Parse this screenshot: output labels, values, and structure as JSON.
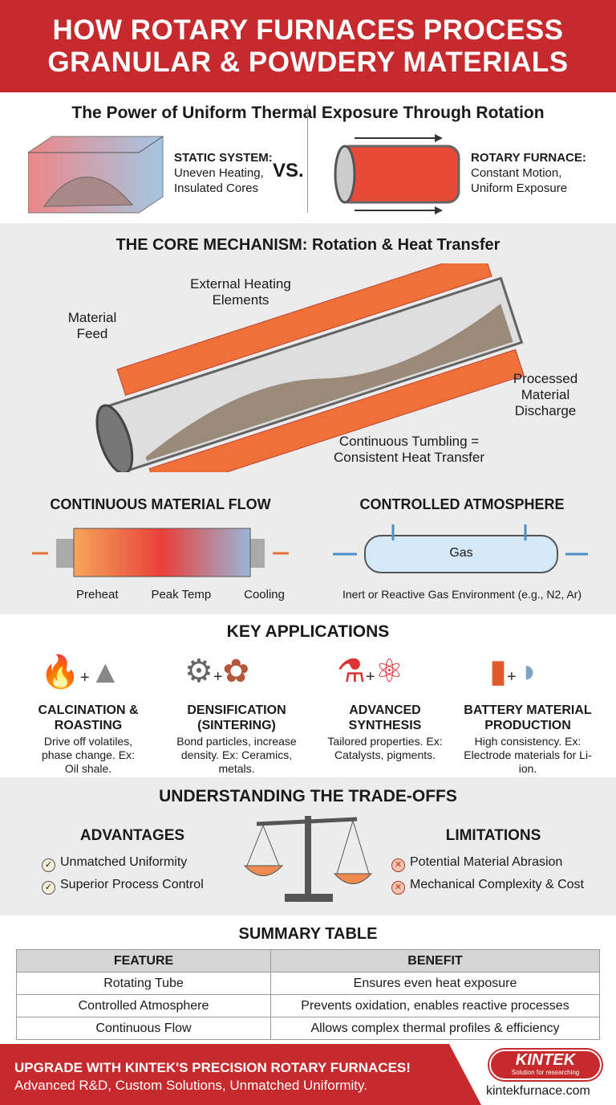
{
  "header": {
    "line1": "HOW ROTARY FURNACES PROCESS",
    "line2": "GRANULAR & POWDERY MATERIALS"
  },
  "intro": {
    "subtitle": "The Power of Uniform Thermal Exposure Through Rotation",
    "static_title": "STATIC SYSTEM:",
    "static_desc1": "Uneven Heating,",
    "static_desc2": "Insulated Cores",
    "vs": "VS.",
    "rotary_title": "ROTARY FURNACE:",
    "rotary_desc1": "Constant Motion,",
    "rotary_desc2": "Uniform Exposure"
  },
  "mechanism": {
    "title": "THE CORE MECHANISM: Rotation & Heat Transfer",
    "heating": "External Heating Elements",
    "feed": "Material Feed",
    "discharge": "Processed Material Discharge",
    "tumbling": "Continuous Tumbling = Consistent Heat Transfer"
  },
  "flow": {
    "title": "CONTINUOUS MATERIAL FLOW",
    "zones": [
      "Preheat",
      "Peak Temp",
      "Cooling"
    ]
  },
  "atmosphere": {
    "title": "CONTROLLED ATMOSPHERE",
    "gas": "Gas",
    "caption": "Inert or Reactive Gas Environment (e.g., N2, Ar)"
  },
  "applications": {
    "title": "KEY APPLICATIONS",
    "items": [
      {
        "title": "CALCINATION & ROASTING",
        "desc": "Drive off volatiles, phase change. Ex: Oil shale.",
        "icon": "flame-powder-icon"
      },
      {
        "title": "DENSIFICATION (SINTERING)",
        "desc": "Bond particles, increase density. Ex: Ceramics, metals.",
        "icon": "gears-particles-icon"
      },
      {
        "title": "ADVANCED SYNTHESIS",
        "desc": "Tailored properties. Ex: Catalysts, pigments.",
        "icon": "flask-molecule-icon"
      },
      {
        "title": "BATTERY MATERIAL PRODUCTION",
        "desc": "High consistency. Ex: Electrode materials for Li-ion.",
        "icon": "battery-icon"
      }
    ]
  },
  "tradeoffs": {
    "title": "UNDERSTANDING THE TRADE-OFFS",
    "adv_title": "ADVANTAGES",
    "advantages": [
      "Unmatched Uniformity",
      "Superior Process Control"
    ],
    "lim_title": "LIMITATIONS",
    "limitations": [
      "Potential Material Abrasion",
      "Mechanical Complexity & Cost"
    ]
  },
  "summary": {
    "title": "SUMMARY TABLE",
    "headers": [
      "FEATURE",
      "BENEFIT"
    ],
    "rows": [
      [
        "Rotating Tube",
        "Ensures even heat exposure"
      ],
      [
        "Controlled Atmosphere",
        "Prevents oxidation, enables reactive processes"
      ],
      [
        "Continuous Flow",
        "Allows complex thermal profiles & efficiency"
      ]
    ]
  },
  "footer": {
    "cta": "UPGRADE WITH KINTEK'S PRECISION ROTARY FURNACES!",
    "sub": "Advanced R&D, Custom Solutions, Unmatched Uniformity.",
    "logo": "KINTEK",
    "logo_tag": "Solution for researching",
    "url": "kintekfurnace.com"
  },
  "colors": {
    "brand_red": "#c62a2c",
    "heat_orange": "#f07a3a",
    "gas_blue": "#4d8fc9"
  }
}
